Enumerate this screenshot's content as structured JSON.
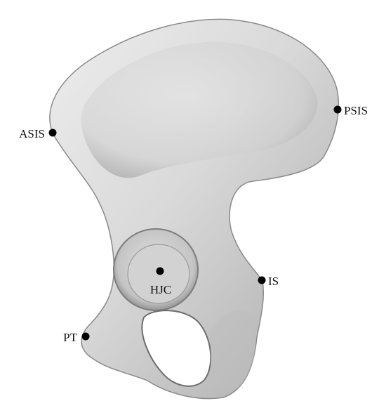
{
  "figure": {
    "subject": "pelvic bone lateral view",
    "background_color": "#ffffff",
    "bone_color": "#d6d6d6",
    "bone_shadow_color": "#9a9a9a",
    "marker_color": "#000000"
  },
  "landmarks": [
    {
      "key": "asis",
      "label": "ASIS"
    },
    {
      "key": "psis",
      "label": "PSIS"
    },
    {
      "key": "hjc",
      "label": "HJC"
    },
    {
      "key": "is",
      "label": "IS"
    },
    {
      "key": "pt",
      "label": "PT"
    }
  ]
}
